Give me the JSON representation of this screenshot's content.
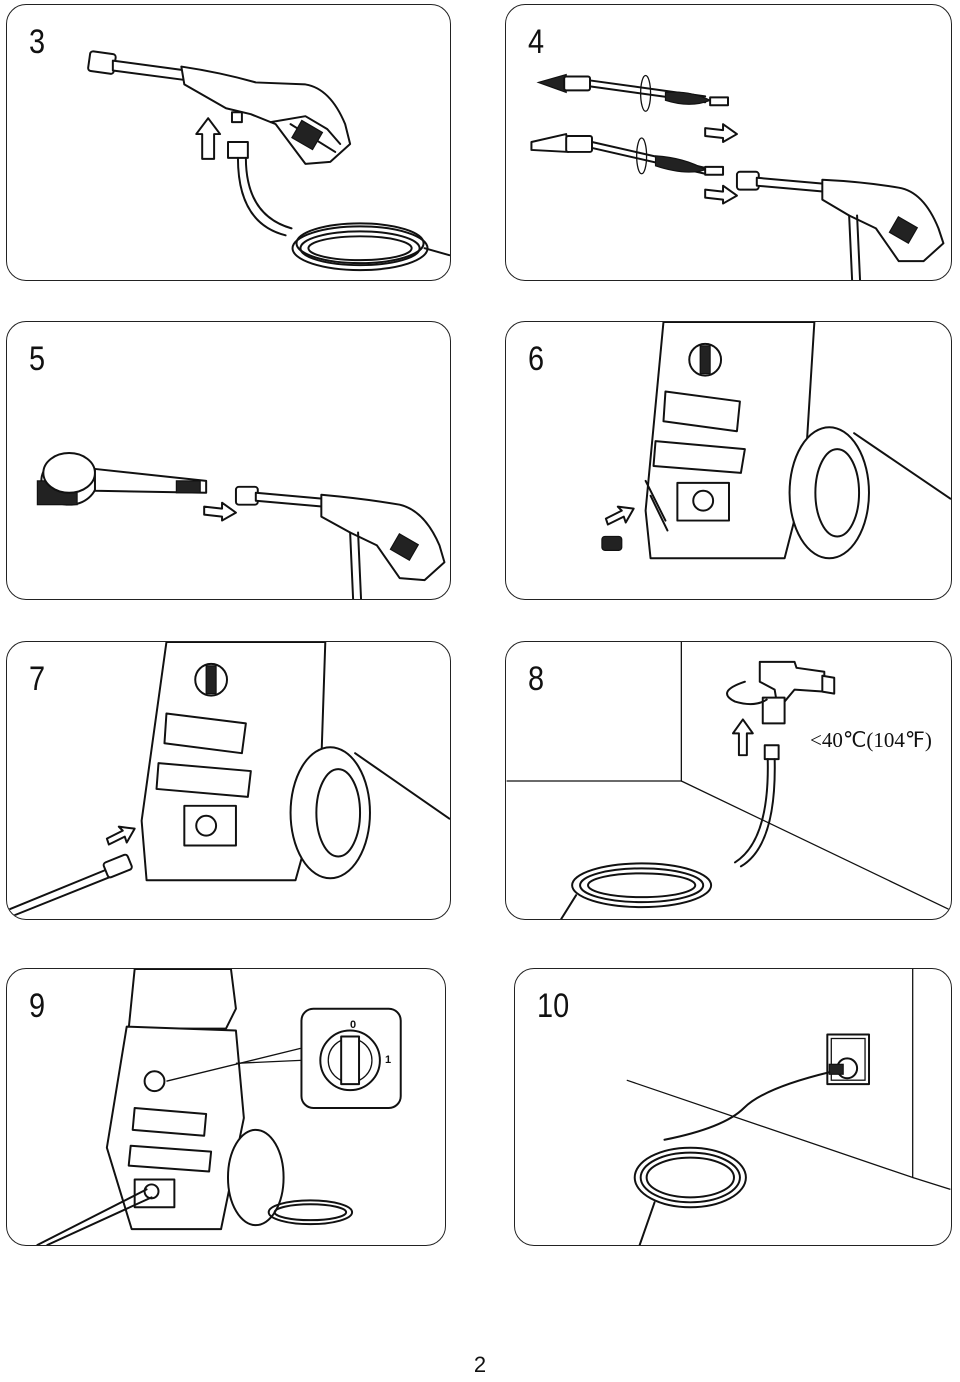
{
  "panels": [
    {
      "step": "3"
    },
    {
      "step": "4"
    },
    {
      "step": "5"
    },
    {
      "step": "6"
    },
    {
      "step": "7"
    },
    {
      "step": "8",
      "temperature_note": "<40℃(104℉)"
    },
    {
      "step": "9",
      "dial_marks": {
        "off": "0",
        "on": "1"
      }
    },
    {
      "step": "10"
    }
  ],
  "page_number": "2",
  "icons": [
    "upward-arrow-icon",
    "direction-arrow-icon",
    "rotate-arrow-icon"
  ]
}
